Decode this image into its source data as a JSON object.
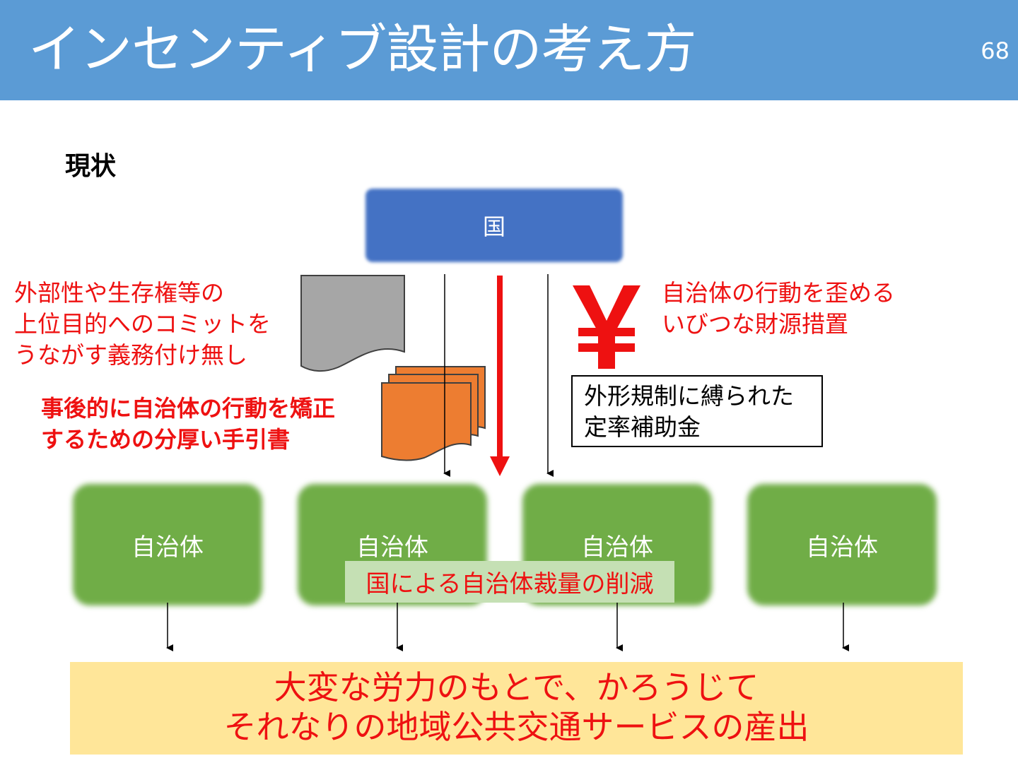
{
  "header": {
    "title": "インセンティブ設計の考え方",
    "page_number": "68"
  },
  "section_label": "現状",
  "nodes": {
    "state": "国",
    "municipalities": [
      "自治体",
      "自治体",
      "自治体",
      "自治体"
    ]
  },
  "annotations": {
    "left_note": [
      "外部性や生存権等の",
      "上位目的へのコミットを",
      "うながす義務付け無し"
    ],
    "left_bold_note": [
      "事後的に自治体の行動を矯正",
      "するための分厚い手引書"
    ],
    "right_note": [
      "自治体の行動を歪める",
      "いびつな財源措置"
    ],
    "subsidy_box": [
      "外形規制に縛られた",
      "定率補助金"
    ],
    "reduction_label": "国による自治体裁量の削減"
  },
  "result": [
    "大変な労力のもとで、かろうじて",
    "それなりの地域公共交通サービスの産出"
  ],
  "colors": {
    "header": "#5b9bd5",
    "state_box": "#4472c4",
    "municipality_box": "#70ad47",
    "emphasis_red": "#ee1111",
    "document_gray": "#a6a6a6",
    "manual_orange": "#ed7d31",
    "reduction_box": "#c5e0b4",
    "result_box": "#ffe699"
  },
  "icons": [
    "document-icon",
    "stacked-documents-icon",
    "yen-icon"
  ]
}
